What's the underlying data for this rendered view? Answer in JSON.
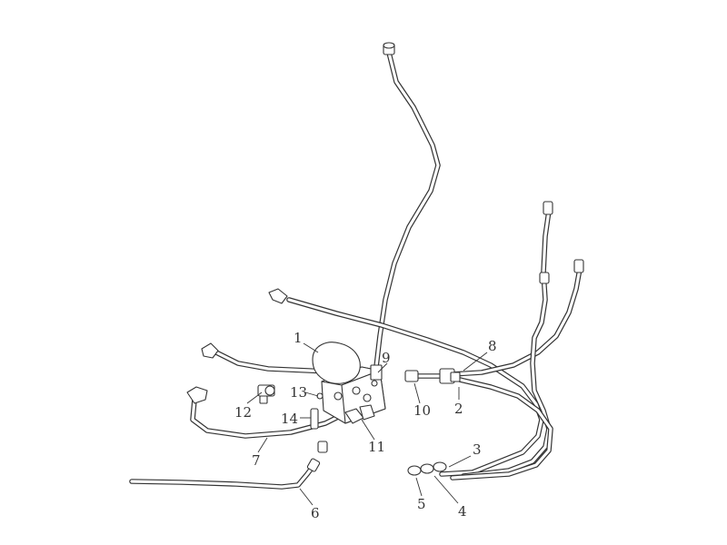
{
  "callouts": [
    {
      "id": "1",
      "label": "1"
    },
    {
      "id": "2",
      "label": "2"
    },
    {
      "id": "3",
      "label": "3"
    },
    {
      "id": "4",
      "label": "4"
    },
    {
      "id": "5",
      "label": "5"
    },
    {
      "id": "6",
      "label": "6"
    },
    {
      "id": "7",
      "label": "7"
    },
    {
      "id": "8",
      "label": "8"
    },
    {
      "id": "9",
      "label": "9"
    },
    {
      "id": "10",
      "label": "10"
    },
    {
      "id": "11",
      "label": "11"
    },
    {
      "id": "12",
      "label": "12"
    },
    {
      "id": "13",
      "label": "13"
    },
    {
      "id": "14",
      "label": "14"
    }
  ],
  "colors": {
    "line": "#333333",
    "background": "#ffffff"
  }
}
